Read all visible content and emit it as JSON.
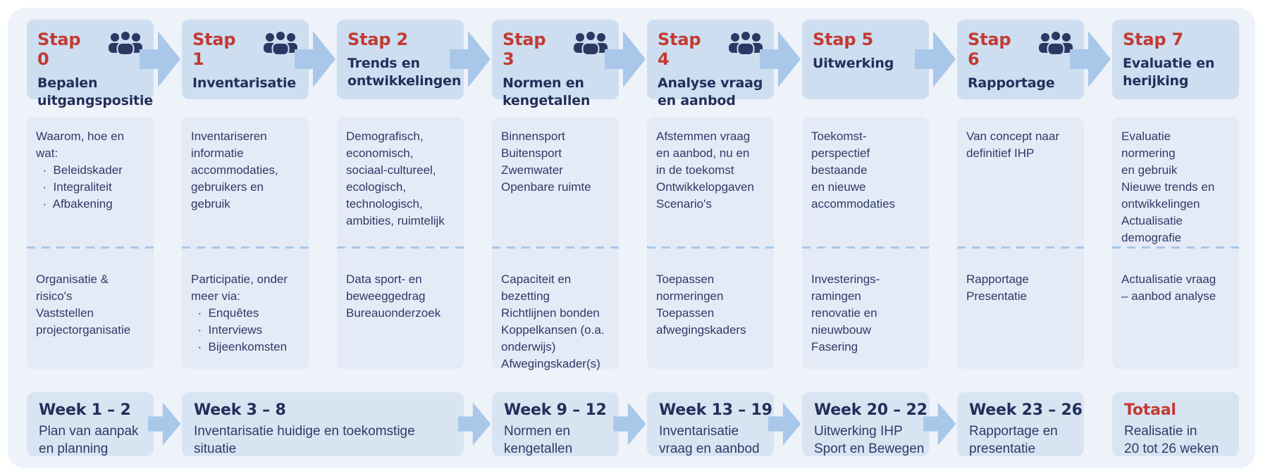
{
  "colors": {
    "page_bg": "#ffffff",
    "panel_bg": "#eef2f9",
    "header_box": "#cddef1",
    "body_box": "#e4ebf7",
    "week_box": "#d9e4f3",
    "arrow": "#a9c8e9",
    "navy": "#2e3a66",
    "navy_dark": "#232e5a",
    "red": "#c23a32"
  },
  "columns": [
    {
      "step": "Stap 0",
      "icon": "people-icon",
      "title": "Bepalen\nuitgangspositie",
      "top": "Waarom, hoe en\nwat:\n  ·  Beleidskader\n  ·  Integraliteit\n  ·  Afbakening",
      "bottom": "Organisatie &\nrisico's\nVaststellen\nprojectorganisatie"
    },
    {
      "step": "Stap 1",
      "icon": "people-icon",
      "title": "Inventarisatie",
      "top": "Inventariseren\ninformatie\naccommodaties,\ngebruikers en\ngebruik",
      "bottom": "Participatie, onder\nmeer via:\n  ·  Enquêtes\n  ·  Interviews\n  ·  Bijeenkomsten"
    },
    {
      "step": "Stap 2",
      "icon": "",
      "title": "Trends en\nontwikkelingen",
      "top": "Demografisch,\neconomisch,\nsociaal-cultureel,\necologisch,\ntechnologisch,\nambities, ruimtelijk",
      "bottom": "Data sport- en\nbeweeggedrag\nBureauonderzoek"
    },
    {
      "step": "Stap 3",
      "icon": "people-icon",
      "title": "Normen en\nkengetallen",
      "top": "Binnensport\nBuitensport\nZwemwater\nOpenbare ruimte",
      "bottom": "Capaciteit en\nbezetting\nRichtlijnen bonden\nKoppelkansen (o.a.\nonderwijs)\nAfwegingskader(s)"
    },
    {
      "step": "Stap 4",
      "icon": "people-icon",
      "title": "Analyse vraag\nen aanbod",
      "top": "Afstemmen vraag\nen aanbod, nu en\nin de toekomst\nOntwikkelopgaven\nScenario's",
      "bottom": "Toepassen\nnormeringen\nToepassen\nafwegingskaders"
    },
    {
      "step": "Stap 5",
      "icon": "",
      "title": "Uitwerking",
      "top": "Toekomst-\nperspectief\nbestaande\nen nieuwe\naccommodaties",
      "bottom": "Investerings-\nramingen\nrenovatie en\nnieuwbouw\nFasering"
    },
    {
      "step": "Stap 6",
      "icon": "people-icon",
      "title": "Rapportage",
      "top": "Van concept naar\ndefinitief IHP",
      "bottom": "Rapportage\nPresentatie"
    },
    {
      "step": "Stap 7",
      "icon": "",
      "title": "Evaluatie en\nherijking",
      "top": "Evaluatie\nnormering\nen gebruik\nNieuwe trends en\nontwikkelingen\nActualisatie\ndemografie",
      "bottom": "Actualisatie vraag\n– aanbod analyse"
    }
  ],
  "timeline": [
    {
      "label": "Week 1 – 2",
      "text": "Plan van aanpak\nen planning",
      "col": 0,
      "span": 1,
      "arrow": true,
      "accent": "navy"
    },
    {
      "label": "Week 3 – 8",
      "text": "Inventarisatie huidige en toekomstige\nsituatie",
      "col": 1,
      "span": 2,
      "arrow": true,
      "accent": "navy"
    },
    {
      "label": "Week 9 – 12",
      "text": "Normen en\nkengetallen",
      "col": 3,
      "span": 1,
      "arrow": true,
      "accent": "navy"
    },
    {
      "label": "Week 13 – 19",
      "text": "Inventarisatie\nvraag en aanbod",
      "col": 4,
      "span": 1,
      "arrow": true,
      "accent": "navy"
    },
    {
      "label": "Week 20 – 22",
      "text": "Uitwerking IHP\nSport en Bewegen",
      "col": 5,
      "span": 1,
      "arrow": true,
      "accent": "navy"
    },
    {
      "label": "Week 23 – 26",
      "text": "Rapportage en\npresentatie",
      "col": 6,
      "span": 1,
      "arrow": false,
      "accent": "navy"
    },
    {
      "label": "Totaal",
      "text": "Realisatie in\n20 tot 26 weken",
      "col": 7,
      "span": 1,
      "arrow": false,
      "accent": "red"
    }
  ]
}
